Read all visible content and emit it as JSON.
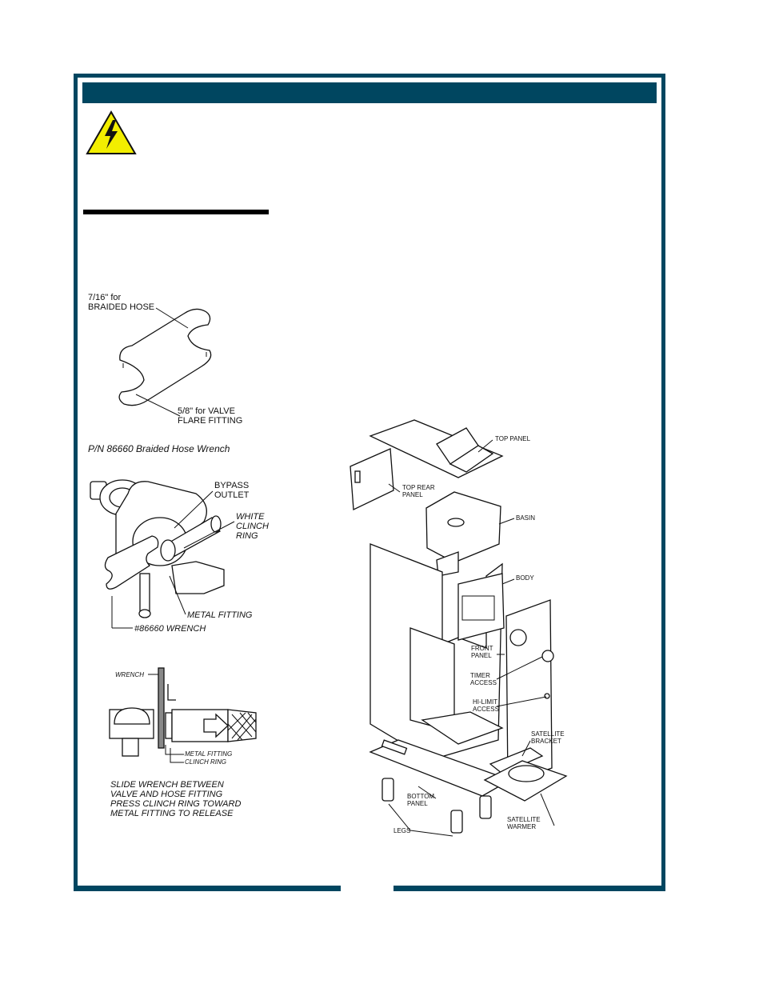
{
  "wrench_figure": {
    "label_top": "7/16\" for\nBRAIDED HOSE",
    "label_bottom": "5/8\" for VALVE\nFLARE FITTING",
    "caption": "P/N 86660 Braided Hose Wrench"
  },
  "valve_figure": {
    "bypass_outlet": "BYPASS\nOUTLET",
    "white_clinch_ring": "WHITE\nCLINCH\nRING",
    "metal_fitting": "METAL FITTING",
    "wrench": "#86660 WRENCH"
  },
  "clinch_figure": {
    "wrench": "WRENCH",
    "metal_fitting": "METAL FITTING",
    "clinch_ring": "CLINCH RING",
    "instructions": "SLIDE WRENCH BETWEEN\nVALVE AND HOSE FITTING\nPRESS CLINCH RING TOWARD\nMETAL FITTING TO RELEASE"
  },
  "exploded_view": {
    "top_panel": "TOP PANEL",
    "top_rear_panel": "TOP REAR\nPANEL",
    "basin": "BASIN",
    "body": "BODY",
    "front_panel": "FRONT\nPANEL",
    "timer_access": "TIMER\nACCESS",
    "hi_limit_access": "HI-LIMIT\nACCESS",
    "satellite_bracket": "SATELLITE\nBRACKET",
    "bottom_panel": "BOTTOM\nPANEL",
    "satellite_warmer": "SATELLITE\nWARMER",
    "legs": "LEGS"
  },
  "colors": {
    "frame": "#004660",
    "warning": "#f2ee00"
  },
  "icons": {
    "warning": "electrical-hazard-icon"
  }
}
